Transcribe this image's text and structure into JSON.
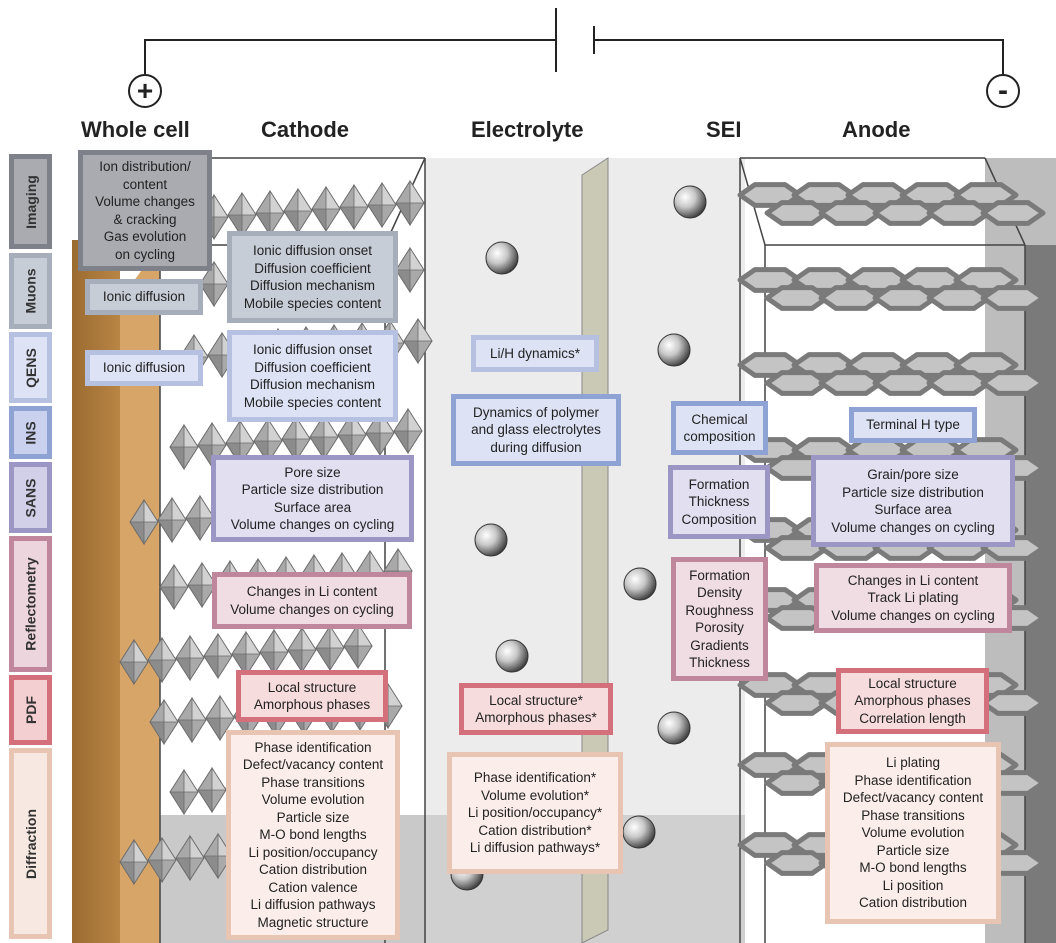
{
  "terminals": {
    "positive": "+",
    "negative": "-"
  },
  "columns": {
    "whole_cell": "Whole cell",
    "cathode": "Cathode",
    "electrolyte": "Electrolyte",
    "sei": "SEI",
    "anode": "Anode"
  },
  "techniques": [
    {
      "id": "imaging",
      "label": "Imaging",
      "color": "#7e8189",
      "fill": "#a9abb0"
    },
    {
      "id": "muons",
      "label": "Muons",
      "color": "#a6aebb",
      "fill": "#c7cdd6"
    },
    {
      "id": "qens",
      "label": "QENS",
      "color": "#b6c0e0",
      "fill": "#dde3f4"
    },
    {
      "id": "ins",
      "label": "INS",
      "color": "#8fa2d4",
      "fill": "#c9d1ee"
    },
    {
      "id": "sans",
      "label": "SANS",
      "color": "#9b96c4",
      "fill": "#d2d0e8"
    },
    {
      "id": "reflectometry",
      "label": "Reflectometry",
      "color": "#c0869c",
      "fill": "#ecd5dd"
    },
    {
      "id": "pdf",
      "label": "PDF",
      "color": "#d4707c",
      "fill": "#f4cfd2"
    },
    {
      "id": "diffraction",
      "label": "Diffraction",
      "color": "#e8c4b2",
      "fill": "#f8e8e2"
    }
  ],
  "boxes": {
    "imaging_whole_cell": [
      "Ion distribution/",
      "content",
      "Volume changes",
      "& cracking",
      "Gas evolution",
      "on cycling"
    ],
    "muons_whole_cell": [
      "Ionic diffusion"
    ],
    "muons_cathode": [
      "Ionic diffusion onset",
      "Diffusion coefficient",
      "Diffusion mechanism",
      "Mobile species content"
    ],
    "qens_whole_cell": [
      "Ionic diffusion"
    ],
    "qens_cathode": [
      "Ionic diffusion onset",
      "Diffusion coefficient",
      "Diffusion mechanism",
      "Mobile species content"
    ],
    "qens_electrolyte": [
      "Li/H dynamics*"
    ],
    "ins_electrolyte": [
      "Dynamics of polymer",
      "and glass electrolytes",
      "during diffusion"
    ],
    "ins_sei": [
      "Chemical",
      "composition"
    ],
    "ins_anode": [
      "Terminal H type"
    ],
    "sans_cathode": [
      "Pore size",
      "Particle size distribution",
      "Surface area",
      "Volume changes on cycling"
    ],
    "sans_sei": [
      "Formation",
      "Thickness",
      "Composition"
    ],
    "sans_anode": [
      "Grain/pore size",
      "Particle size distribution",
      "Surface area",
      "Volume changes on cycling"
    ],
    "refl_cathode": [
      "Changes in Li content",
      "Volume changes on cycling"
    ],
    "refl_sei": [
      "Formation",
      "Density",
      "Roughness",
      "Porosity",
      "Gradients",
      "Thickness"
    ],
    "refl_anode": [
      "Changes in Li content",
      "Track Li plating",
      "Volume changes on cycling"
    ],
    "pdf_cathode": [
      "Local structure",
      "Amorphous phases"
    ],
    "pdf_electrolyte": [
      "Local structure*",
      "Amorphous phases*"
    ],
    "pdf_anode": [
      "Local structure",
      "Amorphous phases",
      "Correlation length"
    ],
    "diff_cathode": [
      "Phase identification",
      "Defect/vacancy content",
      "Phase transitions",
      "Volume evolution",
      "Particle size",
      "M-O bond lengths",
      "Li position/occupancy",
      "Cation distribution",
      "Cation valence",
      "Li diffusion pathways",
      "Magnetic structure"
    ],
    "diff_electrolyte": [
      "Phase identification*",
      "Volume evolution*",
      "Li position/occupancy*",
      "Cation distribution*",
      "Li diffusion pathways*"
    ],
    "diff_anode": [
      "Li plating",
      "Phase identification",
      "Defect/vacancy content",
      "Phase transitions",
      "Volume evolution",
      "Particle size",
      "M-O bond lengths",
      "Li position",
      "Cation distribution"
    ]
  }
}
